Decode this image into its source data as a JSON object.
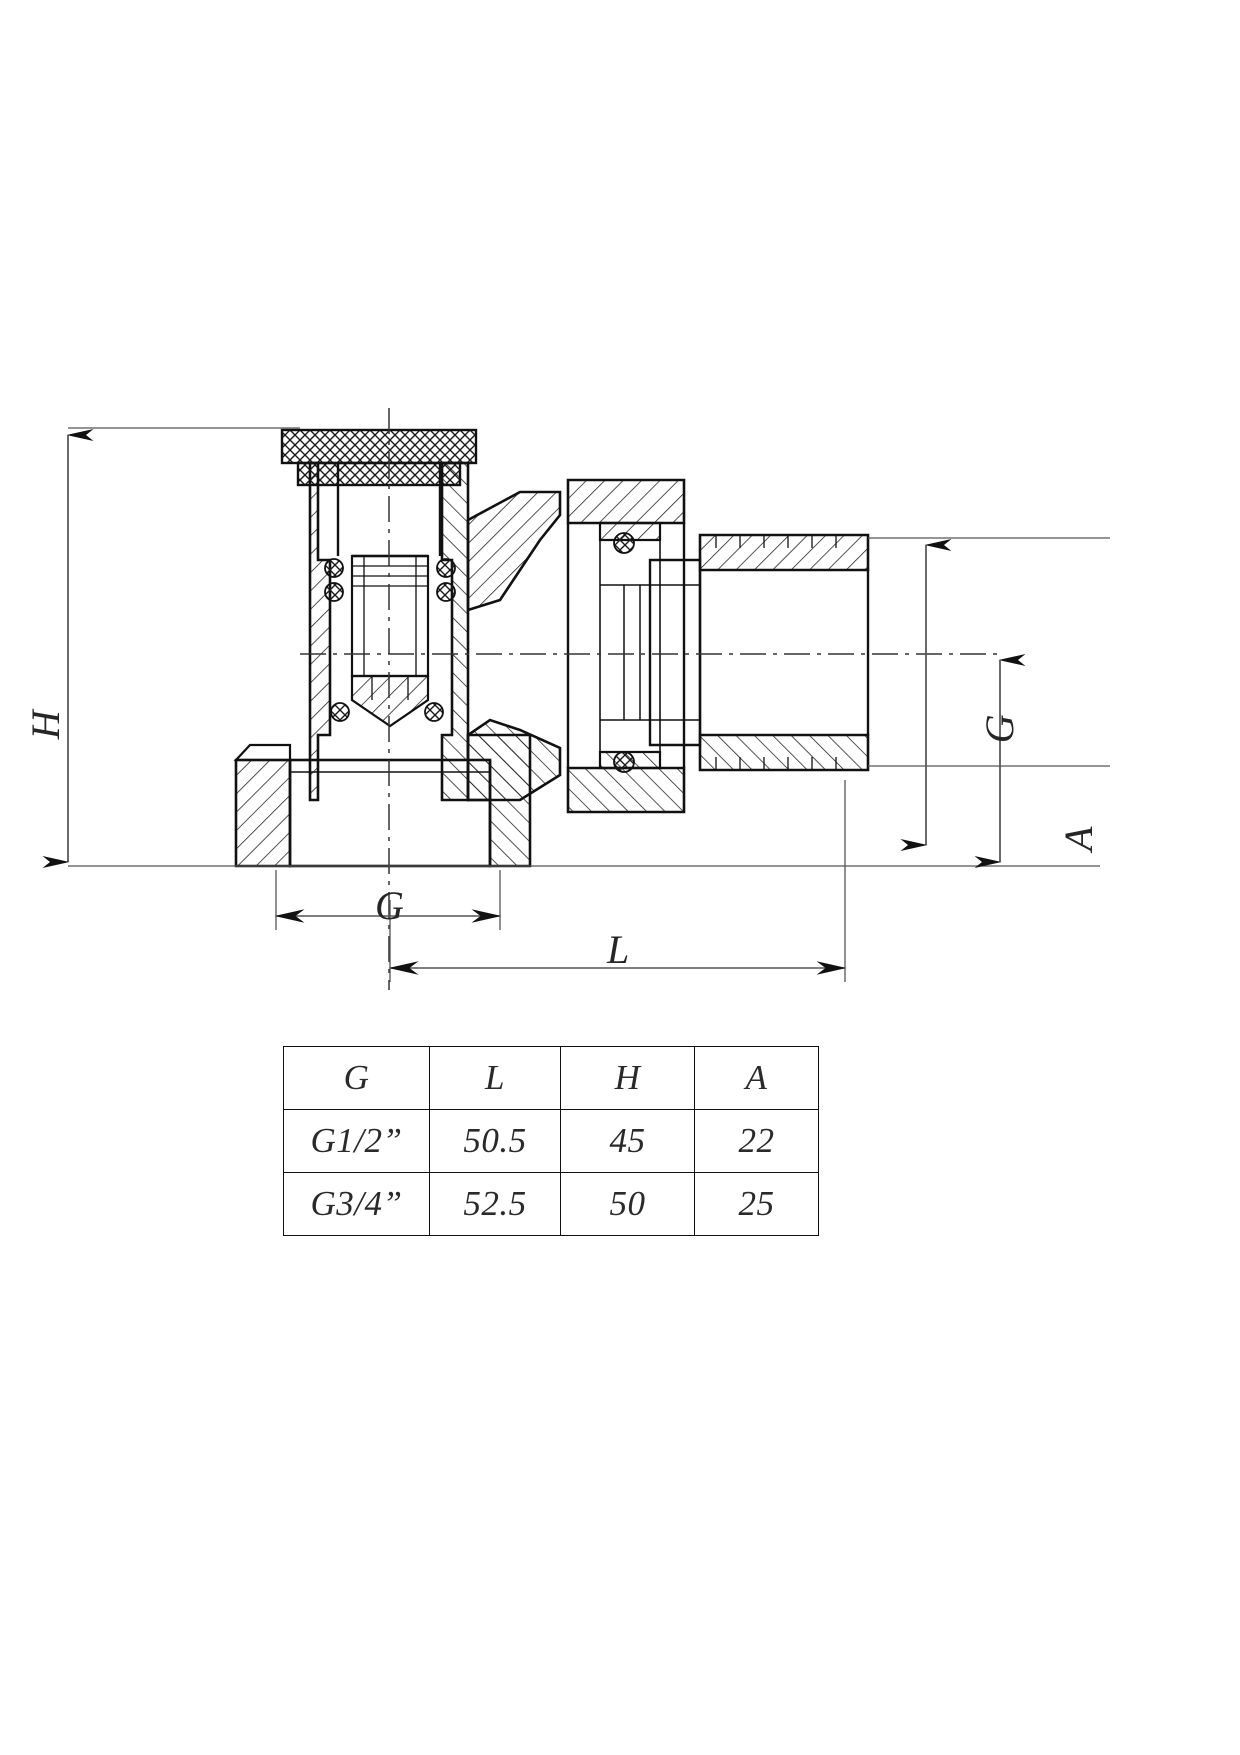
{
  "drawing": {
    "title": "",
    "type": "technical-cross-section",
    "subject": "angle radiator valve",
    "line_color": "#111111",
    "hatch_color": "#1a1a1a",
    "centerline_color": "#333333",
    "dimension_labels": {
      "height_vertical": "H",
      "thread_vertical": "G",
      "seat_vertical": "A",
      "thread_horizontal": "G",
      "length_horizontal": "L"
    }
  },
  "spec_table": {
    "headers": [
      "G",
      "L",
      "H",
      "A"
    ],
    "rows": [
      [
        "G1/2”",
        "50.5",
        "45",
        "22"
      ],
      [
        "G3/4”",
        "52.5",
        "50",
        "25"
      ]
    ]
  },
  "chart_data": {
    "type": "table",
    "title": "",
    "categories": [
      "G",
      "L",
      "H",
      "A"
    ],
    "series": [
      {
        "name": "G1/2”",
        "values": [
          "G1/2”",
          50.5,
          45,
          22
        ]
      },
      {
        "name": "G3/4”",
        "values": [
          "G3/4”",
          52.5,
          50,
          25
        ]
      }
    ]
  }
}
